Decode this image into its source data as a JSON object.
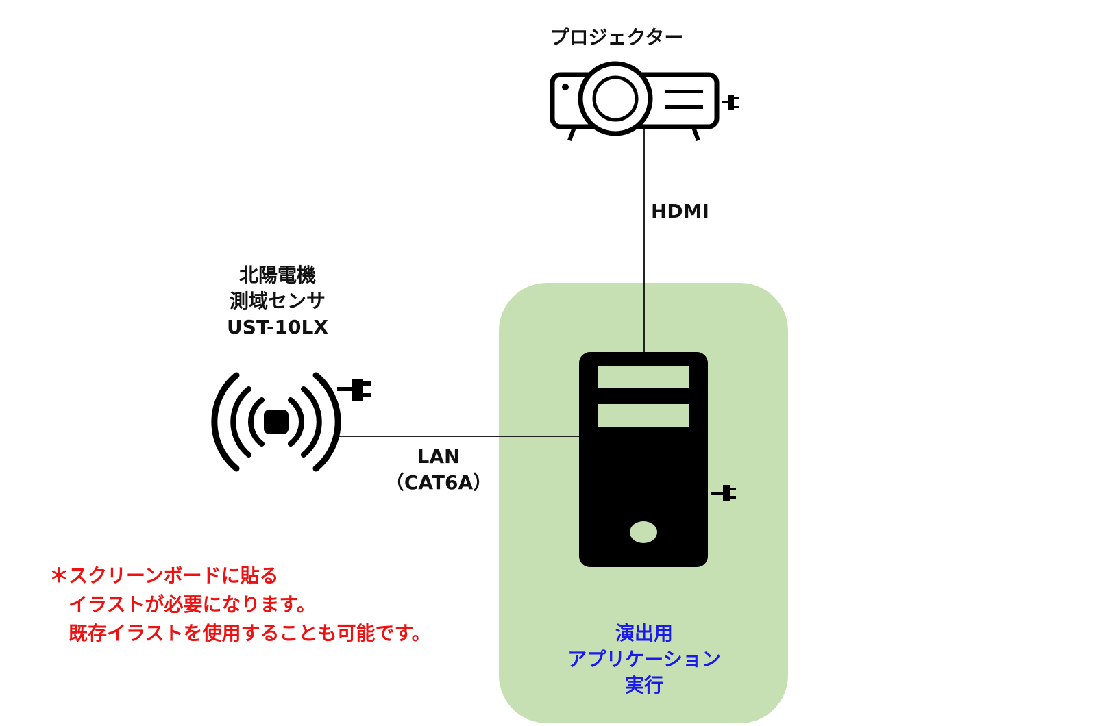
{
  "projector": {
    "label": "プロジェクター"
  },
  "sensor": {
    "lines": [
      "北陽電機",
      "測域センサ",
      "UST-10LX"
    ]
  },
  "connections": {
    "hdmi": "HDMI",
    "lan": {
      "line1": "LAN",
      "line2": "（CAT6A）"
    }
  },
  "pc_box": {
    "lines": [
      "演出用",
      "アプリケーション",
      "実行"
    ]
  },
  "note": {
    "lines": [
      "＊スクリーンボードに貼る",
      "イラストが必要になります。",
      "既存イラストを使用することも可能です。"
    ]
  },
  "colors": {
    "pc_box_fill": "#c6e0b4",
    "pc_label": "#1a1aee",
    "note_text": "#ee1111",
    "icon": "#000000"
  },
  "icons": [
    "projector-icon",
    "sensor-icon",
    "desktop-pc-icon",
    "power-plug-icon"
  ]
}
